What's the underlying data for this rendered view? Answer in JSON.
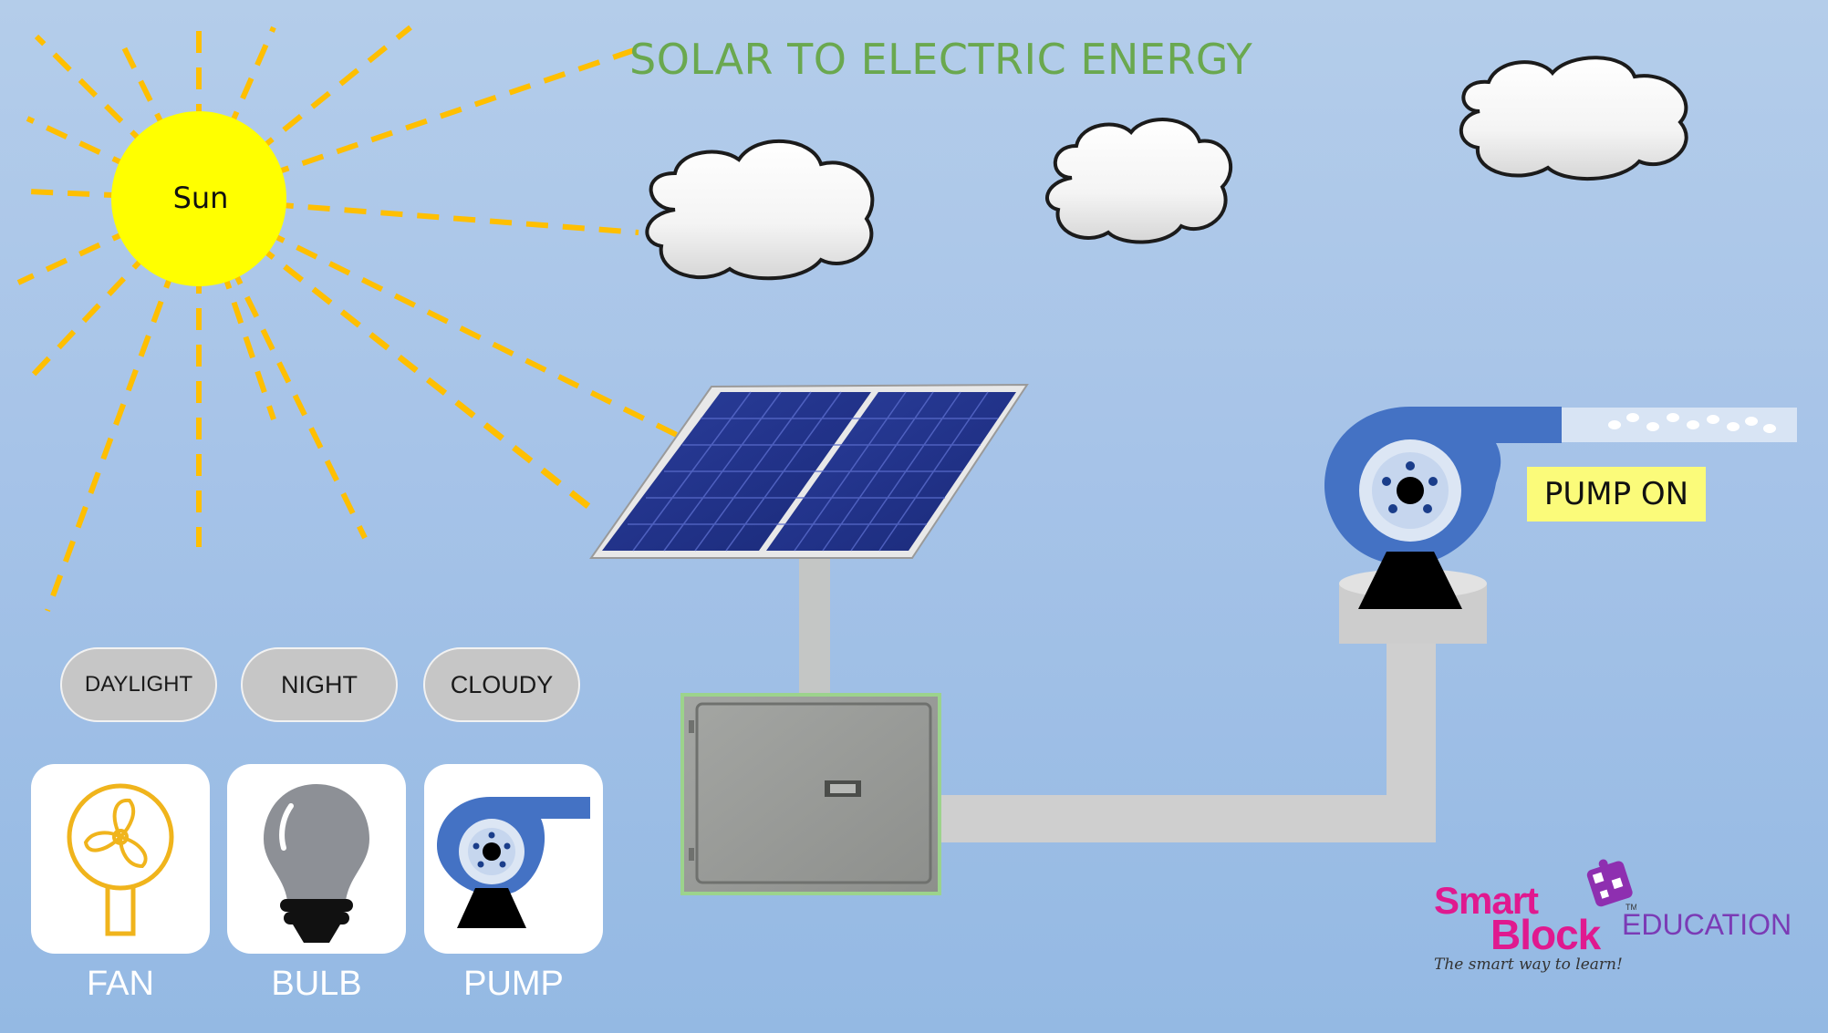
{
  "title": "SOLAR TO ELECTRIC ENERGY",
  "sun": {
    "label": "Sun"
  },
  "status": {
    "label": "PUMP ON"
  },
  "modes": [
    {
      "label": "DAYLIGHT"
    },
    {
      "label": "NIGHT"
    },
    {
      "label": "CLOUDY"
    }
  ],
  "devices": [
    {
      "label": "FAN",
      "icon": "fan-icon"
    },
    {
      "label": "BULB",
      "icon": "bulb-icon"
    },
    {
      "label": "PUMP",
      "icon": "pump-icon"
    }
  ],
  "logo": {
    "line1": "Smart",
    "line2": "Block",
    "suffix": "EDUCATION",
    "trademark": "TM",
    "tagline": "The smart way to learn!"
  },
  "colors": {
    "title": "#6aa84f",
    "sun": "#ffff00",
    "ray": "#ffbf00",
    "pump": "#4472c4",
    "status_badge": "#fbfb7a",
    "brand_pink": "#e0198f",
    "brand_purple": "#7b3bb5"
  }
}
